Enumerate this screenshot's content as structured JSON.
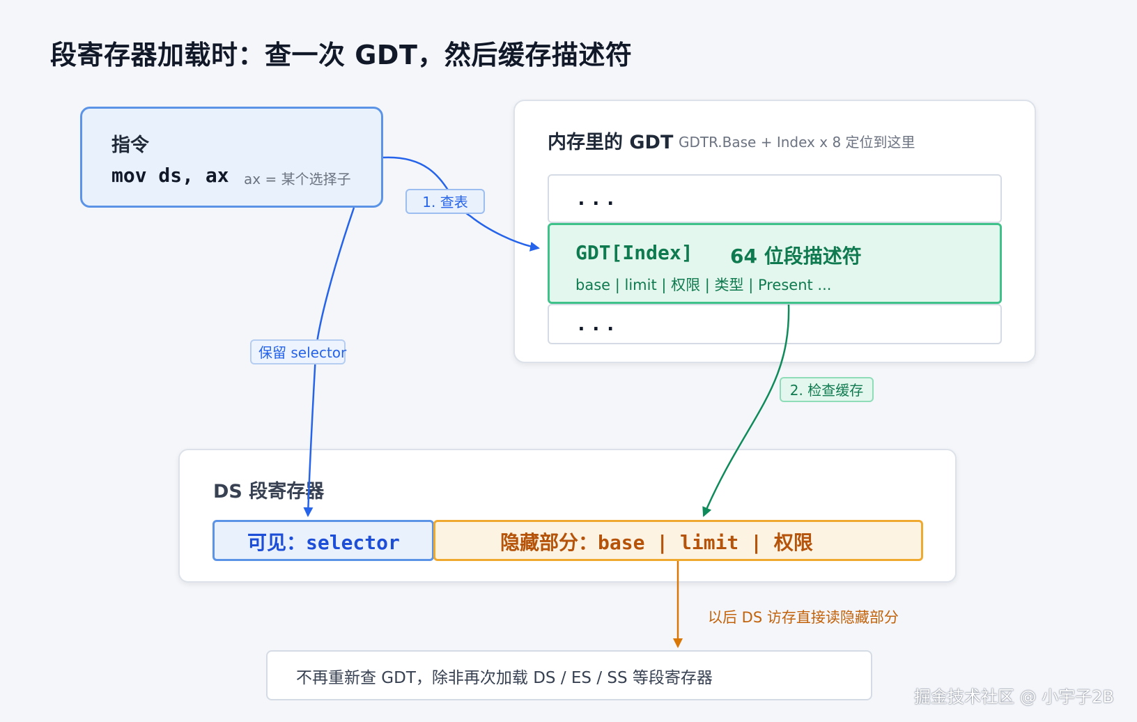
{
  "title": "段寄存器加载时：查一次 GDT，然后缓存描述符",
  "instruction": {
    "heading": "指令",
    "code": "mov ds, ax",
    "note": "ax = 某个选择子"
  },
  "gdt": {
    "heading": "内存里的 GDT",
    "subheading": "GDTR.Base + Index x 8 定位到这里",
    "rows": {
      "top": "...",
      "index_label": "GDT[Index]",
      "index_desc": "64 位段描述符",
      "index_fields": "base | limit | 权限 | 类型 | Present ...",
      "bottom": "..."
    }
  },
  "tags": {
    "lookup": "1. 查表",
    "keep_selector": "保留 selector",
    "check_cache": "2. 检查缓存"
  },
  "ds_register": {
    "heading": "DS 段寄存器",
    "visible": "可见：selector",
    "hidden": "隐藏部分：base | limit | 权限"
  },
  "after_note": "以后 DS 访存直接读隐藏部分",
  "bottom_note": "不再重新查 GDT，除非再次加载 DS / ES / SS 等段寄存器",
  "watermark": "掘金技术社区 @ 小宇子2B",
  "colors": {
    "blue": "#2563eb",
    "green": "#0f8a5a",
    "orange": "#d97706"
  }
}
